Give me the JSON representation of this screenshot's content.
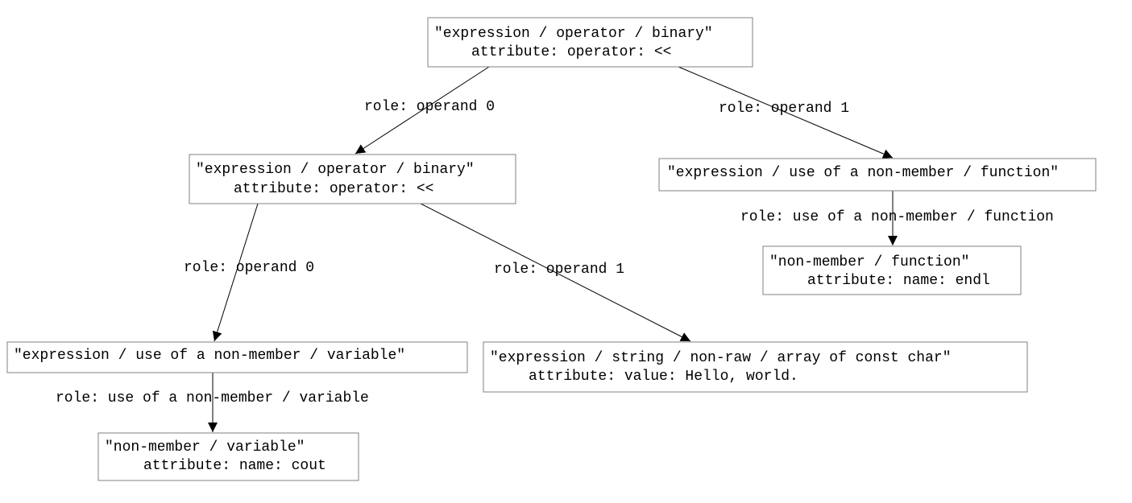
{
  "nodes": {
    "root": {
      "line1": "\"expression / operator / binary\"",
      "line2": "attribute: operator: <<"
    },
    "inner_binary": {
      "line1": "\"expression / operator / binary\"",
      "line2": "attribute: operator: <<"
    },
    "function_use": {
      "line1": "\"expression / use of a non-member / function\""
    },
    "function": {
      "line1": "\"non-member / function\"",
      "line2": "attribute: name: endl"
    },
    "variable_use": {
      "line1": "\"expression / use of a non-member / variable\""
    },
    "string_literal": {
      "line1": "\"expression / string / non-raw / array of const char\"",
      "line2": "attribute: value: Hello, world."
    },
    "variable": {
      "line1": "\"non-member / variable\"",
      "line2": "attribute: name: cout"
    }
  },
  "edges": {
    "root_to_inner": "role: operand 0",
    "root_to_function_use": "role: operand 1",
    "function_use_to_function": "role: use of a non-member / function",
    "inner_to_variable_use": "role: operand 0",
    "inner_to_string": "role: operand 1",
    "variable_use_to_variable": "role: use of a non-member / variable"
  }
}
